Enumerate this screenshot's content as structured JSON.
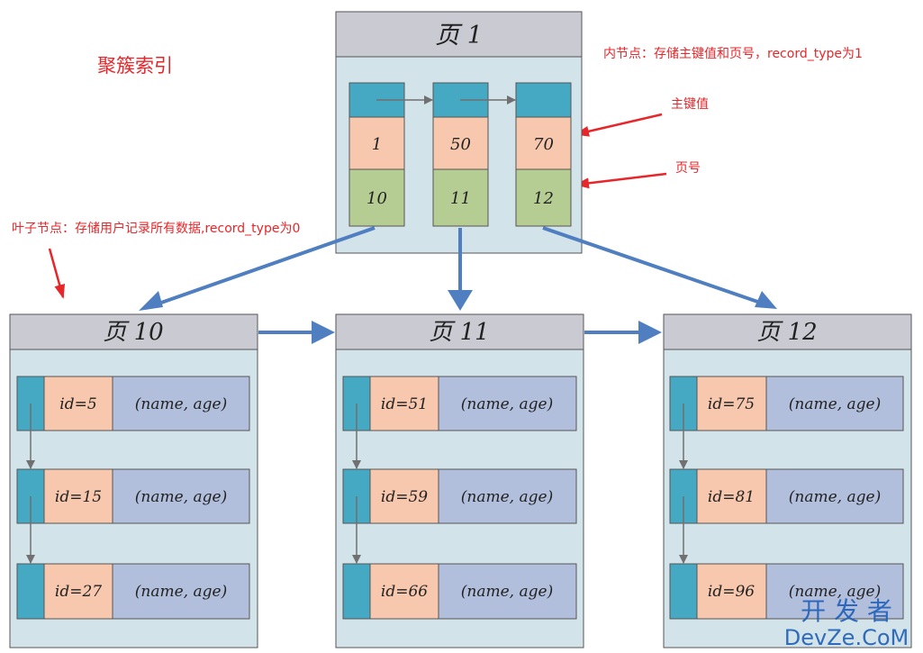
{
  "title": "聚簇索引",
  "annotations": {
    "internal_node": "内节点：存储主键值和页号，record_type为1",
    "primary_key": "主键值",
    "page_number": "页号",
    "leaf_node": "叶子节点：存储用户记录所有数据,record_type为0"
  },
  "root_page": {
    "title": "页 1",
    "entries": [
      {
        "key": "1",
        "page": "10"
      },
      {
        "key": "50",
        "page": "11"
      },
      {
        "key": "70",
        "page": "12"
      }
    ]
  },
  "leaf_pages": [
    {
      "title": "页 10",
      "records": [
        {
          "id": "id=5",
          "data": "(name, age)"
        },
        {
          "id": "id=15",
          "data": "(name, age)"
        },
        {
          "id": "id=27",
          "data": "(name, age)"
        }
      ]
    },
    {
      "title": "页 11",
      "records": [
        {
          "id": "id=51",
          "data": "(name, age)"
        },
        {
          "id": "id=59",
          "data": "(name, age)"
        },
        {
          "id": "id=66",
          "data": "(name, age)"
        }
      ]
    },
    {
      "title": "页 12",
      "records": [
        {
          "id": "id=75",
          "data": "(name, age)"
        },
        {
          "id": "id=81",
          "data": "(name, age)"
        },
        {
          "id": "id=96",
          "data": "(name, age)"
        }
      ]
    }
  ],
  "watermark": {
    "cn": "开 发 者",
    "en": "DevZe.CoM"
  },
  "colors": {
    "header": "#cacbd2",
    "page_body": "#d3e3ea",
    "blue_cell": "#45a9c4",
    "key_cell": "#f7c8ad",
    "page_cell": "#b5cc92",
    "data_cell": "#b2bfdc",
    "arrow_blue": "#4f7fc0",
    "arrow_red": "#e8262a",
    "annotation": "#e8262a"
  }
}
